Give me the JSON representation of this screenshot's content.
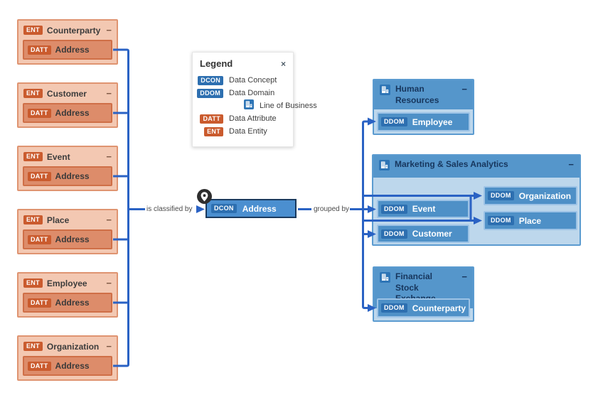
{
  "badges": {
    "entity": "ENT",
    "attribute": "DATT",
    "concept": "DCON",
    "domain": "DDOM"
  },
  "icons": {
    "collapse": "−",
    "close": "×"
  },
  "entities": [
    {
      "name": "Counterparty",
      "attribute": "Address"
    },
    {
      "name": "Customer",
      "attribute": "Address"
    },
    {
      "name": "Event",
      "attribute": "Address"
    },
    {
      "name": "Place",
      "attribute": "Address"
    },
    {
      "name": "Employee",
      "attribute": "Address"
    },
    {
      "name": "Organization",
      "attribute": "Address"
    }
  ],
  "concept": {
    "name": "Address"
  },
  "relations": {
    "classified": "is classified by",
    "grouped": "grouped by"
  },
  "domains": {
    "human_resources": {
      "title": "Human Resources",
      "rows": [
        {
          "name": "Employee"
        }
      ]
    },
    "marketing": {
      "title": "Marketing & Sales Analytics",
      "rows": [
        {
          "name": "Event"
        },
        {
          "name": "Customer"
        },
        {
          "name": "Organization"
        },
        {
          "name": "Place"
        }
      ]
    },
    "financial": {
      "title": "Financial Stock Exchange",
      "rows": [
        {
          "name": "Counterparty"
        }
      ]
    }
  },
  "legend": {
    "title": "Legend",
    "items": [
      {
        "badge": "DCON",
        "label": "Data Concept"
      },
      {
        "badge": "DDOM",
        "label": "Data Domain"
      },
      {
        "badge": "",
        "label": "Line of Business"
      },
      {
        "badge": "DATT",
        "label": "Data Attribute"
      },
      {
        "badge": "ENT",
        "label": "Data Entity"
      }
    ]
  },
  "colors": {
    "line": "#2a62c4",
    "entity_badge": "#ca5b2e",
    "entity_fill": "#f3c8b2",
    "entity_row": "#dd8c6a",
    "domain_header": "#5596cb",
    "domain_body": "#bdd7ec",
    "domain_row": "#4e90c7",
    "badge_blue": "#2d6fb0",
    "concept_fill": "#4b8fd0",
    "concept_border": "#1a3a5e"
  }
}
